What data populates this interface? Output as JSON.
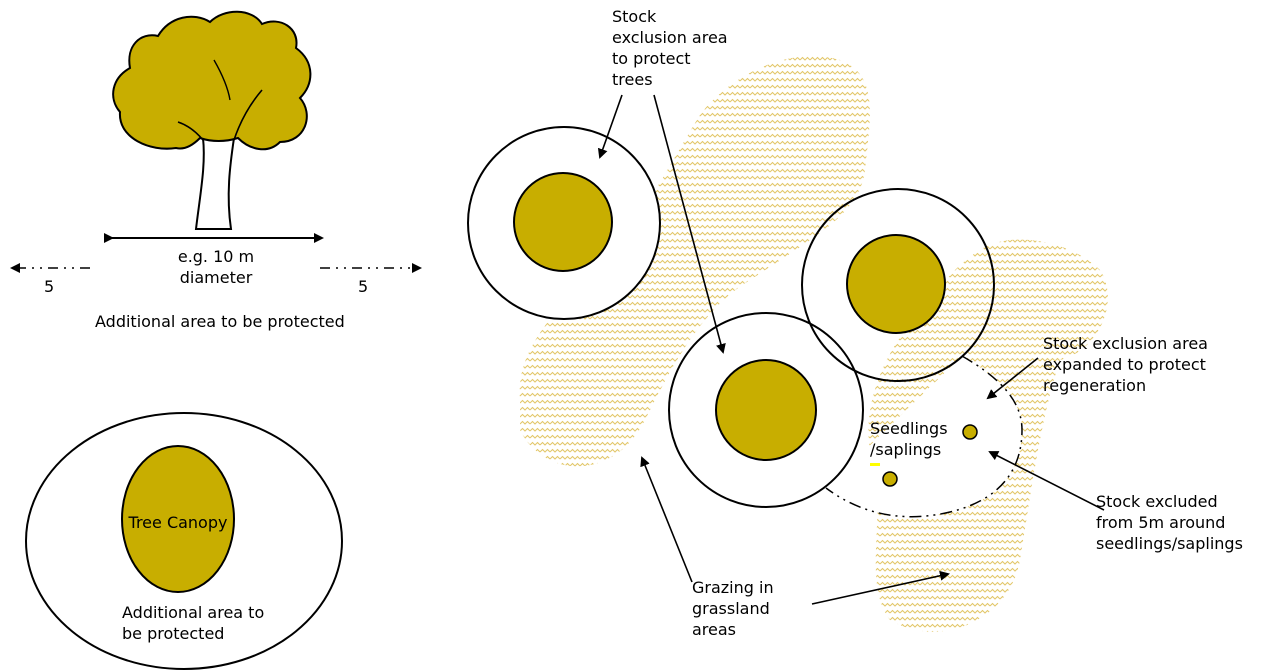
{
  "colors": {
    "canopy": "#c8ae00",
    "grass": "#e3c76a",
    "stroke": "#000000",
    "highlight": "#ffff00"
  },
  "left_panel": {
    "diameter_label": "e.g. 10 m\ndiameter",
    "left_dimension": "5",
    "right_dimension": "5",
    "additional_area_caption": "Additional area to be protected",
    "canopy_label": "Tree Canopy",
    "circle_caption": "Additional area to\nbe protected"
  },
  "right_panel": {
    "stock_exclusion_label": "Stock\nexclusion area\nto protect\ntrees",
    "expanded_label": "Stock exclusion area\nexpanded to protect\nregeneration",
    "seedlings_label": "Seedlings\n/saplings",
    "excluded_label": "Stock excluded\nfrom 5m around\nseedlings/saplings",
    "grazing_label": "Grazing in\ngrassland\nareas"
  }
}
